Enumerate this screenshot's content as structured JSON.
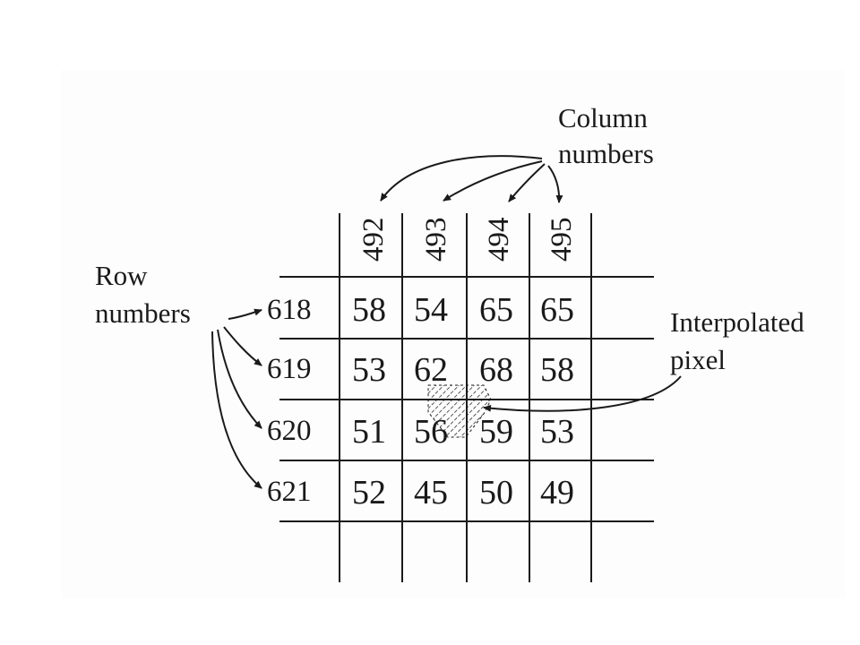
{
  "labels": {
    "column_title_line1": "Column",
    "column_title_line2": "numbers",
    "row_title_line1": "Row",
    "row_title_line2": "numbers",
    "interp_line1": "Interpolated",
    "interp_line2": "pixel"
  },
  "columns": [
    "492",
    "493",
    "494",
    "495"
  ],
  "rows": [
    "618",
    "619",
    "620",
    "621"
  ],
  "cells": [
    [
      "58",
      "54",
      "65",
      "65"
    ],
    [
      "53",
      "62",
      "68",
      "58"
    ],
    [
      "51",
      "56",
      "59",
      "53"
    ],
    [
      "52",
      "45",
      "50",
      "49"
    ]
  ],
  "colors": {
    "ink": "#1a1a1a",
    "background": "#ffffff"
  }
}
